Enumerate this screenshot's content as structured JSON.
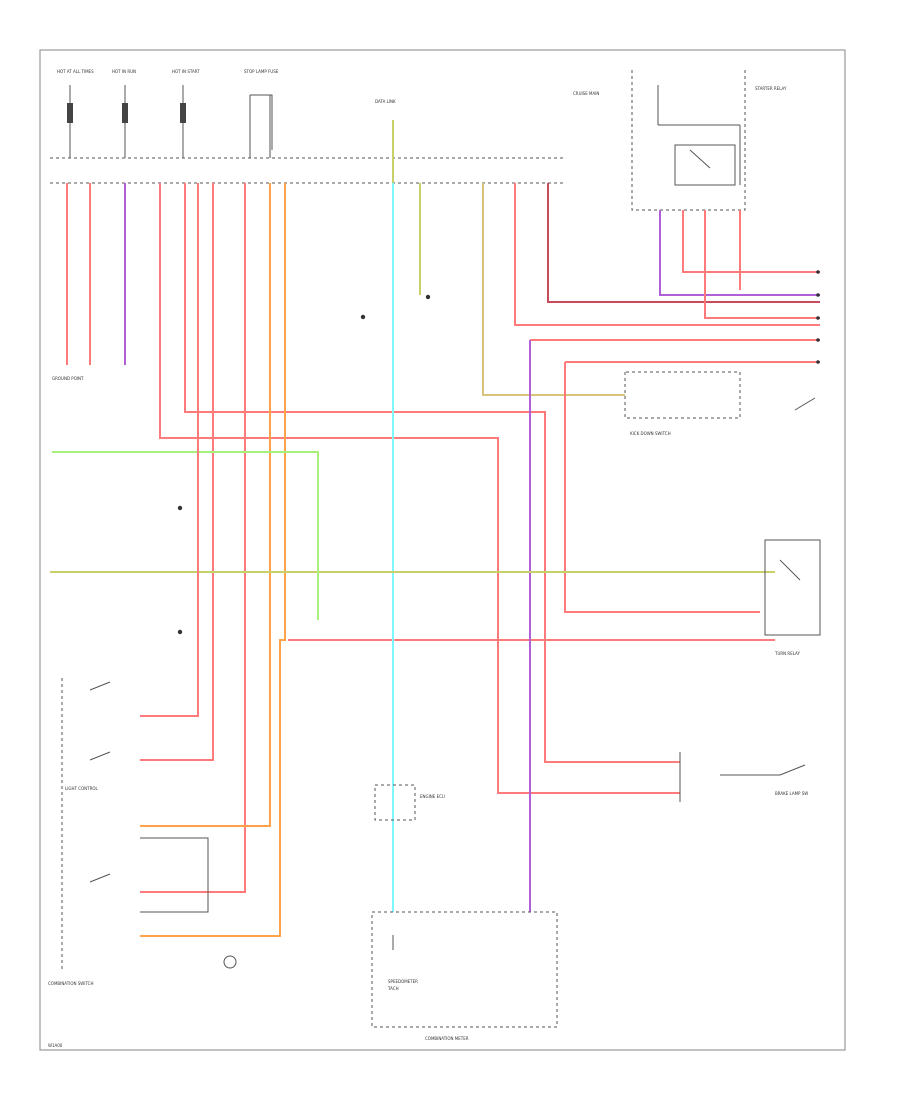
{
  "sheet": {
    "footer_code": "W1A00",
    "labels": {
      "combination_switch": "COMBINATION SWITCH",
      "combination_meter": "COMBINATION METER",
      "turn_relay": "TURN RELAY",
      "kick_down_switch": "KICK DOWN SWITCH",
      "cruise_main": "CRUISE MAIN",
      "stop_lamp_fuse": "STOP LAMP FUSE",
      "hot_at_all_times": "HOT AT ALL TIMES",
      "hot_in_run": "HOT IN RUN",
      "hot_in_start": "HOT IN START",
      "starter_relay": "STARTER RELAY",
      "ground_point": "GROUND POINT",
      "light_control": "LIGHT CONTROL",
      "engine_ecu": "ENGINE ECU",
      "speedometer": "SPEEDOMETER",
      "tach": "TACH",
      "brake_lamp_sw": "BRAKE LAMP SW",
      "data_link": "DATA LINK"
    }
  },
  "wires": {
    "red": "#ff7a7a",
    "violet": "#b15fd6",
    "orange": "#ffa24a",
    "cyan": "#7ff7ff",
    "yellow_green": "#c8d06a",
    "tan": "#d9c27a",
    "green": "#a8f07a",
    "dark_red": "#c94a5a",
    "black": "#222222"
  }
}
